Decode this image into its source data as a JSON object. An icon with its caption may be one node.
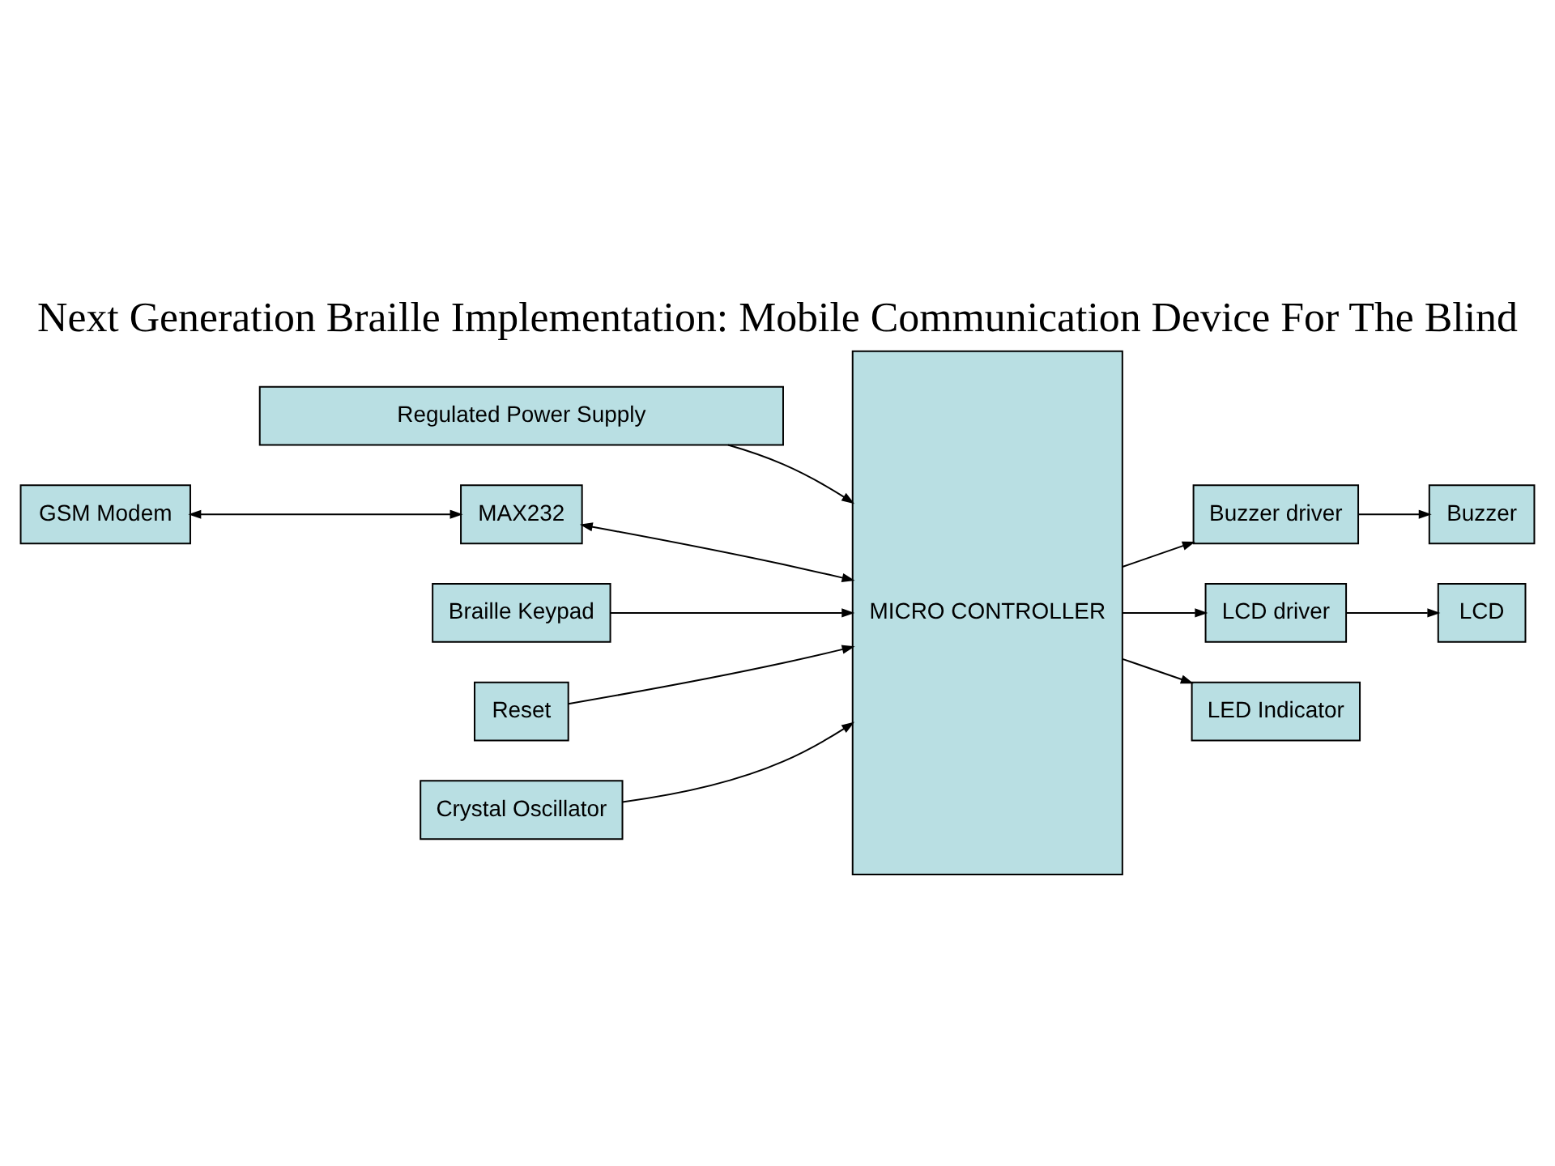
{
  "diagram": {
    "title": "Next Generation Braille Implementation: Mobile Communication Device For The Blind",
    "nodes": [
      {
        "text": [
          "Regulated Power Supply"
        ]
      },
      {
        "text": [
          "GSM Modem"
        ]
      },
      {
        "text": [
          "MAX232"
        ]
      },
      {
        "text": [
          "MICRO CONTROLLER"
        ]
      },
      {
        "text": [
          "Braille Keypad"
        ]
      },
      {
        "text": [
          "Reset"
        ]
      },
      {
        "text": [
          "Buzzer driver"
        ]
      },
      {
        "text": [
          "Buzzer"
        ]
      },
      {
        "text": [
          "LCD driver"
        ]
      },
      {
        "text": [
          "LCD"
        ]
      },
      {
        "text": [
          "Crystal Oscillator"
        ]
      },
      {
        "text": [
          "LED Indicator"
        ]
      }
    ],
    "edges": [
      {
        "from": 0,
        "to": 3,
        "arrow": "to"
      },
      {
        "from": 1,
        "to": 2,
        "arrow": "both"
      },
      {
        "from": 2,
        "to": 3,
        "arrow": "both"
      },
      {
        "from": 4,
        "to": 3,
        "arrow": "to"
      },
      {
        "from": 5,
        "to": 3,
        "arrow": "to"
      },
      {
        "from": 3,
        "to": 6,
        "arrow": "to"
      },
      {
        "from": 6,
        "to": 7,
        "arrow": "to"
      },
      {
        "from": 3,
        "to": 8,
        "arrow": "to"
      },
      {
        "from": 8,
        "to": 9,
        "arrow": "to"
      },
      {
        "from": 10,
        "to": 3,
        "arrow": "to"
      },
      {
        "from": 3,
        "to": 11,
        "arrow": "to"
      }
    ]
  }
}
